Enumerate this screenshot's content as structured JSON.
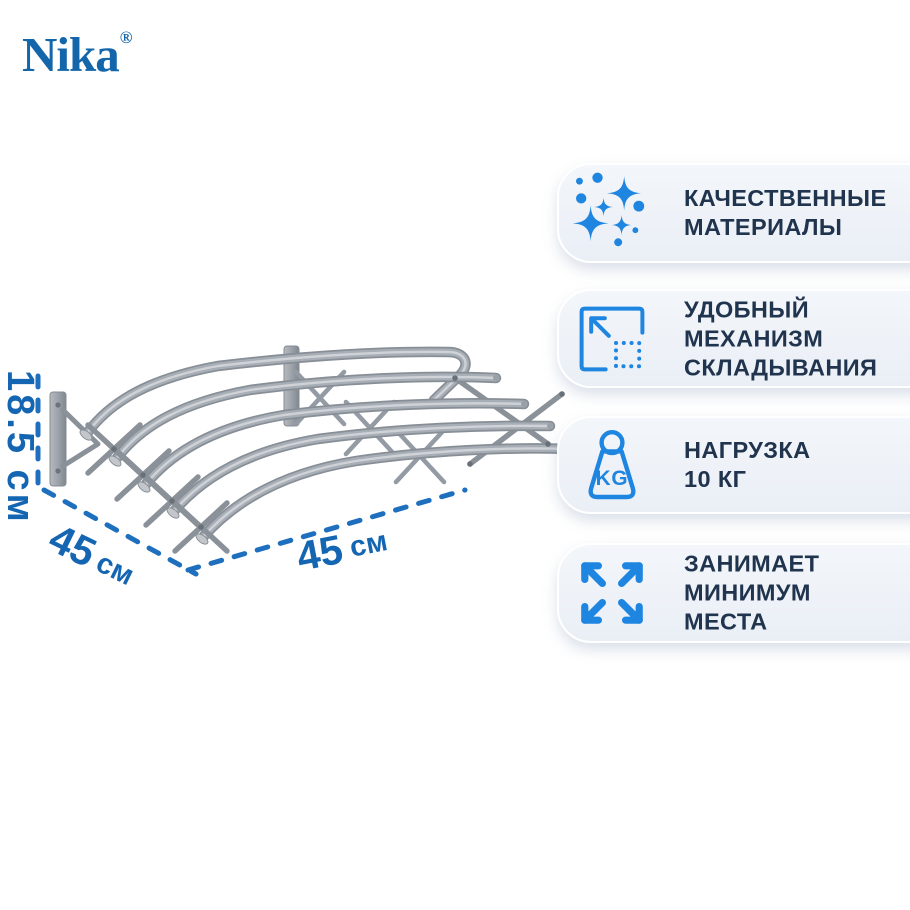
{
  "brand": {
    "name": "Nika",
    "registered_mark": "®"
  },
  "dimensions": {
    "height": {
      "label": "18.5 см"
    },
    "depth": {
      "value": "45",
      "unit": "см"
    },
    "width": {
      "value": "45",
      "unit": "см"
    }
  },
  "features": [
    {
      "icon": "sparkles-icon",
      "lines": [
        "КАЧЕСТВЕННЫЕ",
        "МАТЕРИАЛЫ"
      ]
    },
    {
      "icon": "fold-mechanism-icon",
      "lines": [
        "УДОБНЫЙ",
        "МЕХАНИЗМ",
        "СКЛАДЫВАНИЯ"
      ]
    },
    {
      "icon": "weight-icon",
      "icon_label": "KG",
      "lines": [
        "НАГРУЗКА",
        "10 КГ"
      ]
    },
    {
      "icon": "compact-arrows-icon",
      "lines": [
        "ЗАНИМАЕТ",
        "МИНИМУМ",
        "МЕСТА"
      ]
    }
  ],
  "colors": {
    "accent_blue": "#1e85e0",
    "dimension_blue": "#1566b2",
    "logo_blue": "#1466ab",
    "text_navy": "#20344e",
    "card_background": "#eef2f8",
    "metal_gray": "#9ba1a9"
  }
}
